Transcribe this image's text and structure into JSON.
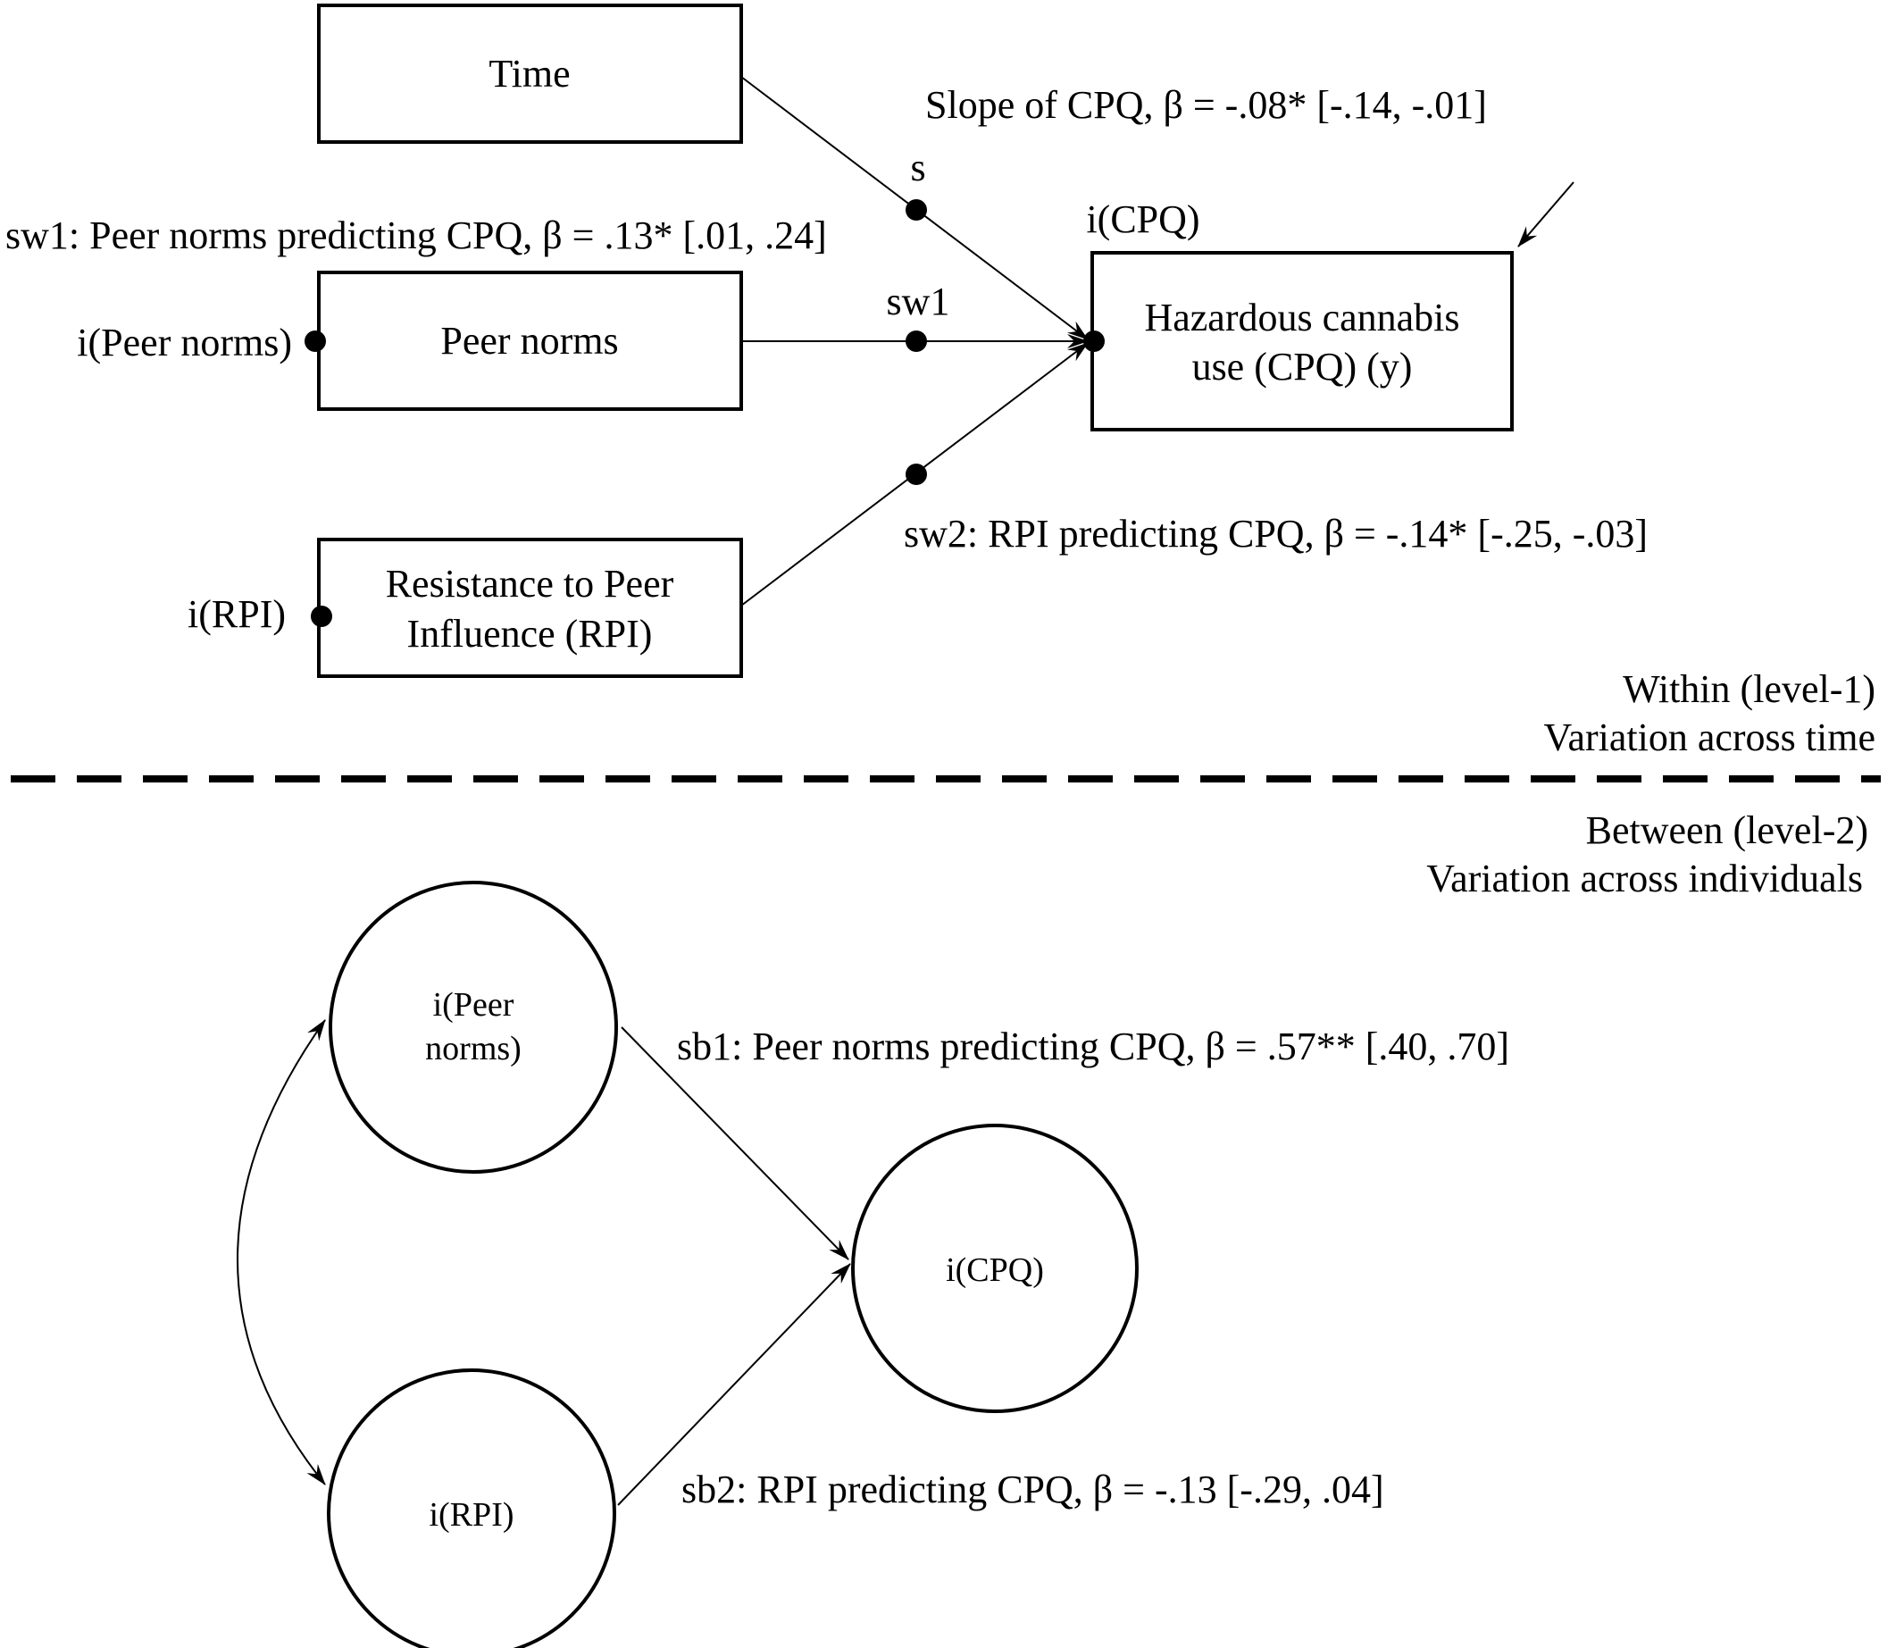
{
  "within": {
    "boxes": {
      "time": "Time",
      "peer_norms": "Peer norms",
      "rpi_line1": "Resistance to Peer",
      "rpi_line2": "Influence (RPI)",
      "outcome_line1": "Hazardous cannabis",
      "outcome_line2": "use (CPQ) (y)"
    },
    "intercept_labels": {
      "peer_norms": "i(Peer norms)",
      "rpi": "i(RPI)",
      "cpq": "i(CPQ)"
    },
    "path_labels": {
      "s": "s",
      "sw1": "sw1"
    },
    "annotations": {
      "slope": "Slope of CPQ, β = -.08* [-.14, -.01]",
      "sw1": "sw1: Peer norms predicting CPQ, β = .13* [.01, .24]",
      "sw2": "sw2: RPI predicting CPQ, β = -.14* [-.25, -.03]"
    },
    "level_line1": "Within (level-1)",
    "level_line2": "Variation across time"
  },
  "between": {
    "level_line1": "Between (level-2)",
    "level_line2": "Variation across individuals",
    "circles": {
      "peer_norms_line1": "i(Peer",
      "peer_norms_line2": "norms)",
      "rpi": "i(RPI)",
      "cpq": "i(CPQ)"
    },
    "annotations": {
      "sb1": "sb1: Peer norms predicting CPQ, β = .57** [.40, .70]",
      "sb2": "sb2: RPI predicting CPQ, β = -.13 [-.29, .04]"
    }
  }
}
